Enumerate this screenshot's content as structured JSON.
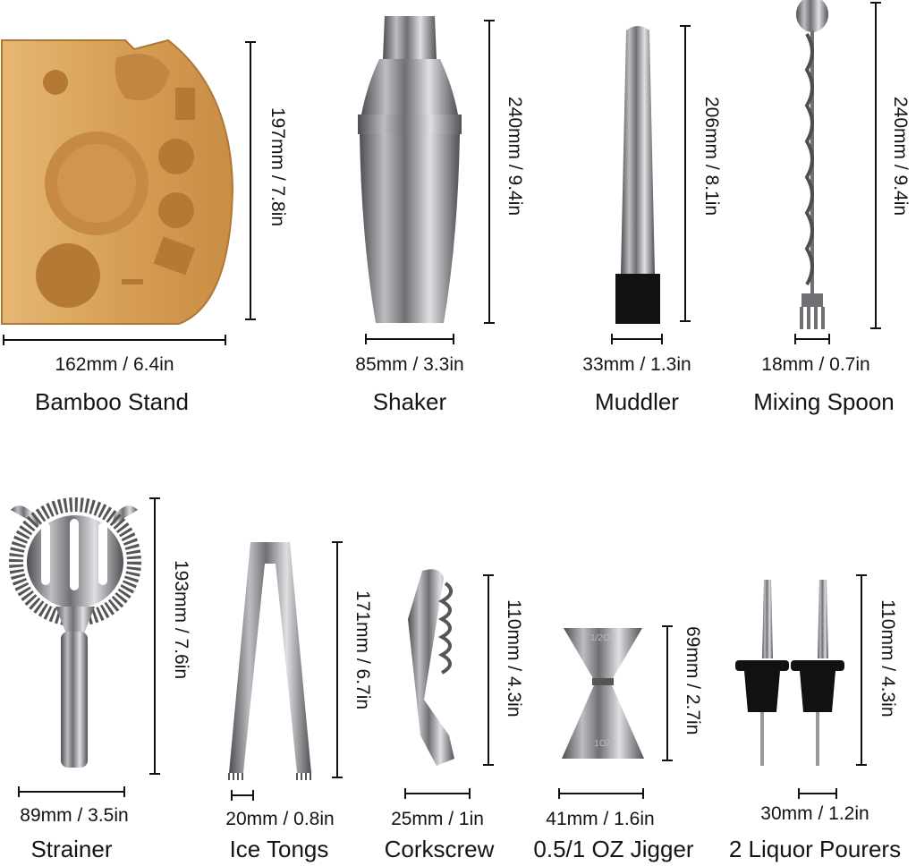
{
  "items": [
    {
      "name": "Bamboo Stand",
      "width": "162mm / 6.4in",
      "height": "197mm / 7.8in"
    },
    {
      "name": "Shaker",
      "width": "85mm / 3.3in",
      "height": "240mm / 9.4in"
    },
    {
      "name": "Muddler",
      "width": "33mm / 1.3in",
      "height": "206mm / 8.1in"
    },
    {
      "name": "Mixing Spoon",
      "width": "18mm / 0.7in",
      "height": "240mm / 9.4in"
    },
    {
      "name": "Strainer",
      "width": "89mm / 3.5in",
      "height": "193mm / 7.6in"
    },
    {
      "name": "Ice Tongs",
      "width": "20mm / 0.8in",
      "height": "171mm / 6.7in"
    },
    {
      "name": "Corkscrew",
      "width": "25mm / 1in",
      "height": "110mm / 4.3in"
    },
    {
      "name": "0.5/1 OZ Jigger",
      "width": "41mm / 1.6in",
      "height": "69mm / 2.7in"
    },
    {
      "name": "2 Liquor Pourers",
      "width": "30mm / 1.2in",
      "height": "110mm / 4.3in"
    }
  ],
  "jigger_marks": {
    "top": "1/2OZ",
    "bottom": "1OZ"
  },
  "colors": {
    "bamboo": "#d9a35a",
    "bamboo_dark": "#b47a35",
    "steel": "#6f6f73",
    "steel_light": "#c9c9cc",
    "rubber": "#111111"
  }
}
